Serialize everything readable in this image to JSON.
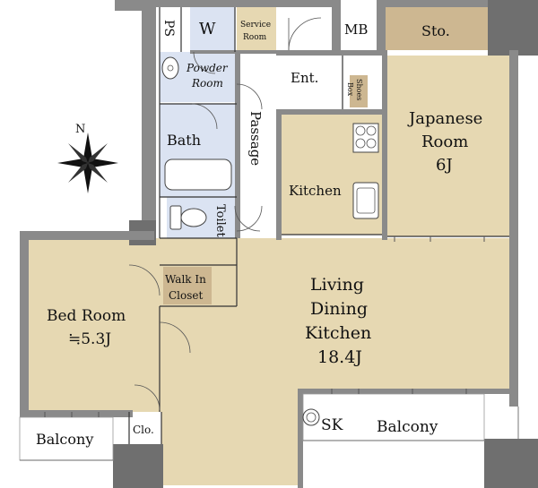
{
  "compass": {
    "label": "N",
    "icon": "compass-rose-icon"
  },
  "rooms": {
    "ps": "PS",
    "w": "W",
    "service_room_1": "Service",
    "service_room_2": "Room",
    "mb": "MB",
    "storage": "Sto.",
    "powder_room_1": "Powder",
    "powder_room_2": "Room",
    "entrance": "Ent.",
    "shoes_box_1": "Shoes",
    "shoes_box_2": "Box",
    "bath": "Bath",
    "passage": "Passage",
    "japanese_room_1": "Japanese",
    "japanese_room_2": "Room",
    "japanese_room_3": "6J",
    "kitchen": "Kitchen",
    "toilet": "Toilet",
    "walk_in_closet_1": "Walk In",
    "walk_in_closet_2": "Closet",
    "living_1": "Living",
    "living_2": "Dining",
    "living_3": "Kitchen",
    "living_4": "18.4J",
    "bedroom_1": "Bed Room",
    "bedroom_2": "≒5.3J",
    "balcony_left": "Balcony",
    "closet": "Clo.",
    "sk": "SK",
    "balcony_right": "Balcony"
  },
  "colors": {
    "floor": "#e6d8b2",
    "storage": "#cdb791",
    "wet_area": "#dbe3f2",
    "wall": "#8a8a8a"
  }
}
